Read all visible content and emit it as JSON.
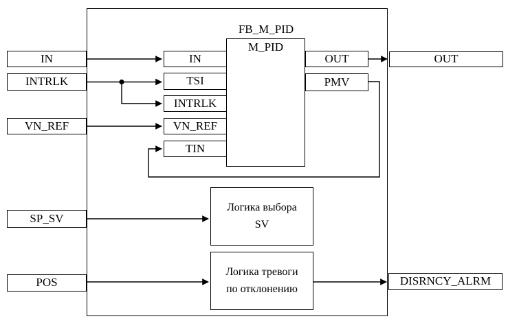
{
  "diagram": {
    "outer_block_title": "FB_M_PID",
    "inner_block_title": "M_PID",
    "external_inputs": {
      "in": "IN",
      "intrlk": "INTRLK",
      "vn_ref": "VN_REF",
      "sp_sv": "SP_SV",
      "pos": "POS"
    },
    "pid_inputs": {
      "in": "IN",
      "tsi": "TSI",
      "intrlk": "INTRLK",
      "vn_ref": "VN_REF",
      "tin": "TIN"
    },
    "pid_outputs": {
      "out": "OUT",
      "pmv": "PMV"
    },
    "external_outputs": {
      "out": "OUT",
      "disrncy_alrm": "DISRNCY_ALRM"
    },
    "sv_logic_box": {
      "line1": "Логика выбора",
      "line2": "SV"
    },
    "alarm_logic_box": {
      "line1": "Логика тревоги",
      "line2": "по отклонению"
    },
    "colors": {
      "line": "#000000",
      "background": "#ffffff"
    }
  }
}
